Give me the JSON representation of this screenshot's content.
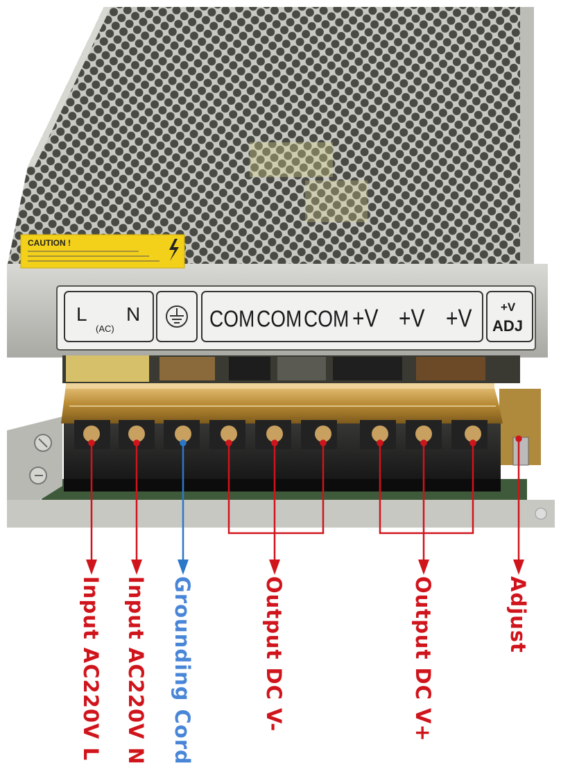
{
  "colors": {
    "arrow_red": "#d0141c",
    "arrow_blue": "#2b78c8",
    "label_red": "#d0141c",
    "label_blue": "#4a86d8",
    "caution_yellow": "#f3d01a"
  },
  "caution": {
    "title": "CAUTION !"
  },
  "terminal_labels": {
    "l": "L",
    "ac": "(AC)",
    "n": "N",
    "com1": "COM",
    "com2": "COM",
    "com3": "COM",
    "v1": "+V",
    "v2": "+V",
    "v3": "+V",
    "adj_top": "+V",
    "adj_bottom": "ADJ"
  },
  "callouts": [
    {
      "id": "input-l",
      "text": "Input AC220V L",
      "color": "red"
    },
    {
      "id": "input-n",
      "text": "Input AC220V N",
      "color": "red"
    },
    {
      "id": "ground",
      "text": "Grounding Cord",
      "color": "blue"
    },
    {
      "id": "out-neg",
      "text": "Output DC V-",
      "color": "red"
    },
    {
      "id": "out-pos",
      "text": "Output DC V+",
      "color": "red"
    },
    {
      "id": "adjust",
      "text": "Adjust",
      "color": "red"
    }
  ]
}
